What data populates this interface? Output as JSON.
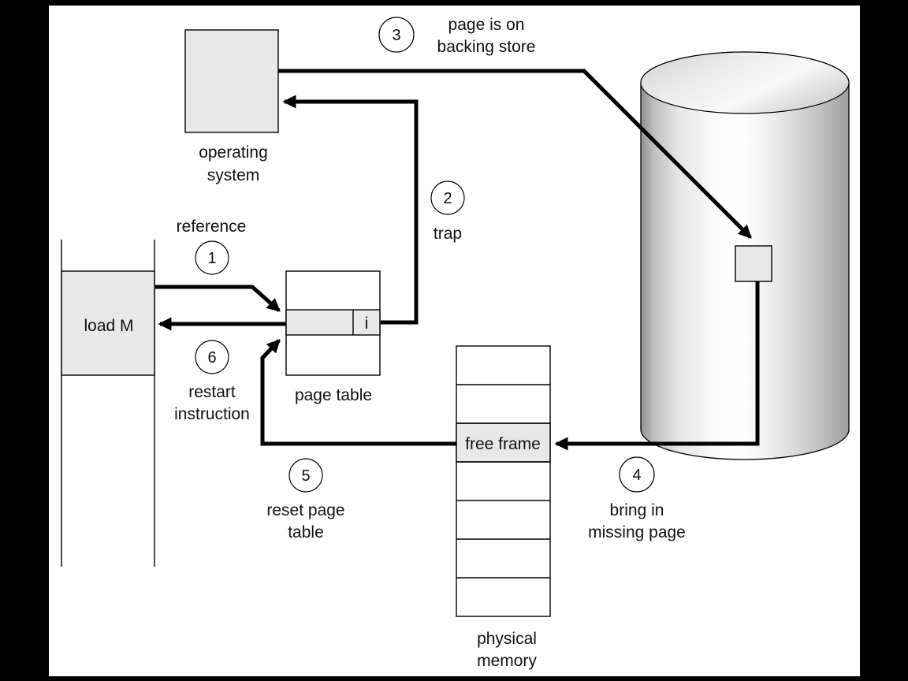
{
  "figure": {
    "background": "#000000",
    "surface": "#ffffff",
    "line_color": "#000000",
    "fill_light": "#e8e8e8",
    "surface_fill": "#ffffff"
  },
  "labels": {
    "operating_system": [
      "operating",
      "system"
    ],
    "load_m": "load M",
    "page_table": "page table",
    "page_table_entry": "i",
    "free_frame": "free frame",
    "physical_memory": [
      "physical",
      "memory"
    ]
  },
  "steps": [
    {
      "number": "1",
      "label": [
        "reference"
      ]
    },
    {
      "number": "2",
      "label": [
        "trap"
      ]
    },
    {
      "number": "3",
      "label": [
        "page is on",
        "backing store"
      ]
    },
    {
      "number": "4",
      "label": [
        "bring in",
        "missing page"
      ]
    },
    {
      "number": "5",
      "label": [
        "reset page",
        "table"
      ]
    },
    {
      "number": "6",
      "label": [
        "restart",
        "instruction"
      ]
    }
  ]
}
